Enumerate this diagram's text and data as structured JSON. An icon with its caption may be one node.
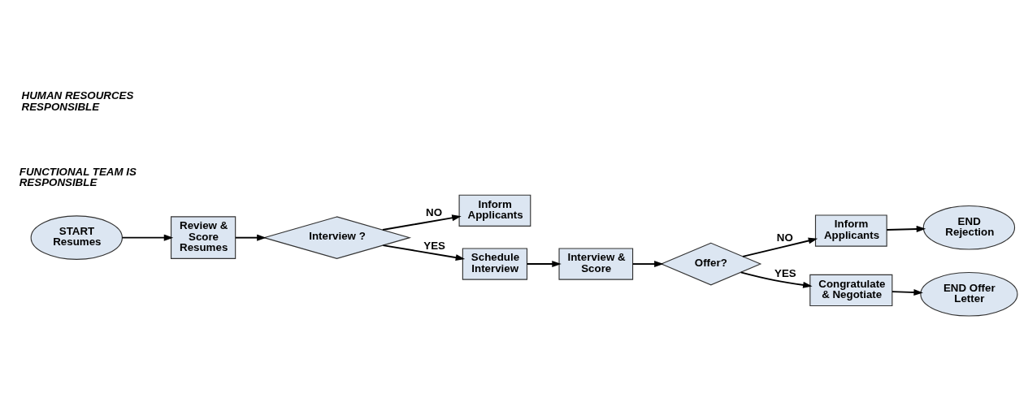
{
  "diagram": {
    "nodes": [
      {
        "text": [
          "START Resumes"
        ]
      },
      {
        "text": [
          "Review & Score Resumes"
        ]
      },
      {
        "text": [
          "Interview ?"
        ]
      },
      {
        "text": [
          "Inform Applicants"
        ]
      },
      {
        "text": [
          "Schedule Interview"
        ]
      },
      {
        "text": [
          "Interview & Score"
        ]
      },
      {
        "text": [
          "Offer?"
        ]
      },
      {
        "text": [
          "Inform Applicants"
        ]
      },
      {
        "text": [
          "END Rejection"
        ]
      },
      {
        "text": [
          "Congratulate & Negotiate"
        ]
      },
      {
        "text": [
          "END Offer Letter"
        ]
      }
    ],
    "edges": [
      {
        "from": 0,
        "to": 1,
        "arrow": "to"
      },
      {
        "from": 1,
        "to": 2,
        "arrow": "to"
      },
      {
        "from": 2,
        "to": 3,
        "arrow": "to",
        "label": "NO"
      },
      {
        "from": 2,
        "to": 4,
        "arrow": "to",
        "label": "YES"
      },
      {
        "from": 4,
        "to": 5,
        "arrow": "to"
      },
      {
        "from": 5,
        "to": 6,
        "arrow": "to"
      },
      {
        "from": 6,
        "to": 7,
        "arrow": "to",
        "label": "NO"
      },
      {
        "from": 7,
        "to": 8,
        "arrow": "to"
      },
      {
        "from": 6,
        "to": 9,
        "arrow": "to",
        "label": "YES"
      },
      {
        "from": 9,
        "to": 10,
        "arrow": "to"
      }
    ],
    "labels": [
      "HUMAN RESOURCES RESPONSIBLE",
      "FUNCTIONAL TEAM IS RESPONSIBLE"
    ]
  }
}
